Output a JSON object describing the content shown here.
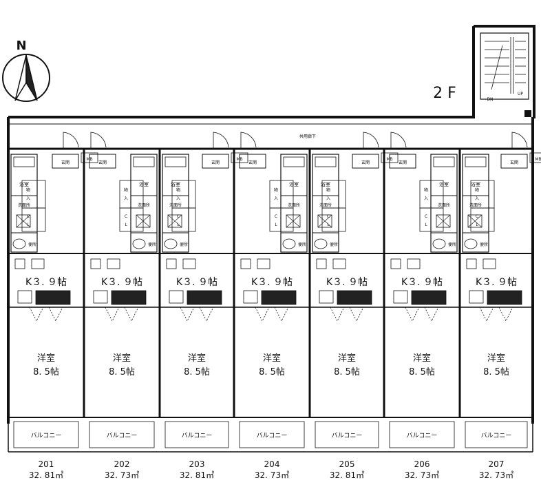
{
  "north_label": "N",
  "floor_label": "2 F",
  "corridor_label": "共用廊下",
  "stair": {
    "down": "DN",
    "up": "UP"
  },
  "fixtures": {
    "entrance": "玄関",
    "meter_box": "MB",
    "bath": "浴室",
    "washroom": "洗面所",
    "toilet": "便所",
    "storage_top": "物",
    "storage_bottom": "入",
    "closet_top": "C",
    "closet_bottom": "L"
  },
  "units": [
    {
      "number": "201",
      "area": "32. 81㎡",
      "kitchen": "K３. ９帖",
      "room_top": "洋室",
      "room_bottom": "8. 5帖",
      "balcony": "バルコニー"
    },
    {
      "number": "202",
      "area": "32. 73㎡",
      "kitchen": "K３. ９帖",
      "room_top": "洋室",
      "room_bottom": "8. 5帖",
      "balcony": "バルコニー"
    },
    {
      "number": "203",
      "area": "32. 81㎡",
      "kitchen": "K３. ９帖",
      "room_top": "洋室",
      "room_bottom": "8. 5帖",
      "balcony": "バルコニー"
    },
    {
      "number": "204",
      "area": "32. 73㎡",
      "kitchen": "K３. ９帖",
      "room_top": "洋室",
      "room_bottom": "8. 5帖",
      "balcony": "バルコニー"
    },
    {
      "number": "205",
      "area": "32. 81㎡",
      "kitchen": "K３. ９帖",
      "room_top": "洋室",
      "room_bottom": "8. 5帖",
      "balcony": "バルコニー"
    },
    {
      "number": "206",
      "area": "32. 73㎡",
      "kitchen": "K３. ９帖",
      "room_top": "洋室",
      "room_bottom": "8. 5帖",
      "balcony": "バルコニー"
    },
    {
      "number": "207",
      "area": "32. 73㎡",
      "kitchen": "K３. ９帖",
      "room_top": "洋室",
      "room_bottom": "8. 5帖",
      "balcony": "バルコニー"
    }
  ]
}
